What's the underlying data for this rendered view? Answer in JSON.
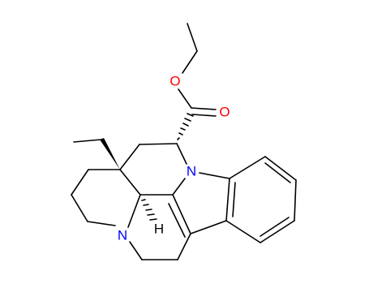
{
  "molecule": {
    "atoms": {
      "o_ester": {
        "text": "O",
        "color": "#ff0000"
      },
      "o_carbonyl": {
        "text": "O",
        "color": "#ff0000"
      },
      "n_indole": {
        "text": "N",
        "color": "#0000ff"
      },
      "n_amine": {
        "text": "N",
        "color": "#0000ff"
      },
      "h_stereo": {
        "text": "H",
        "color": "#000000"
      }
    },
    "bond_color": "#000000",
    "heteroatom_colors": {
      "oxygen": "#ff0000",
      "nitrogen": "#0000ff"
    }
  }
}
